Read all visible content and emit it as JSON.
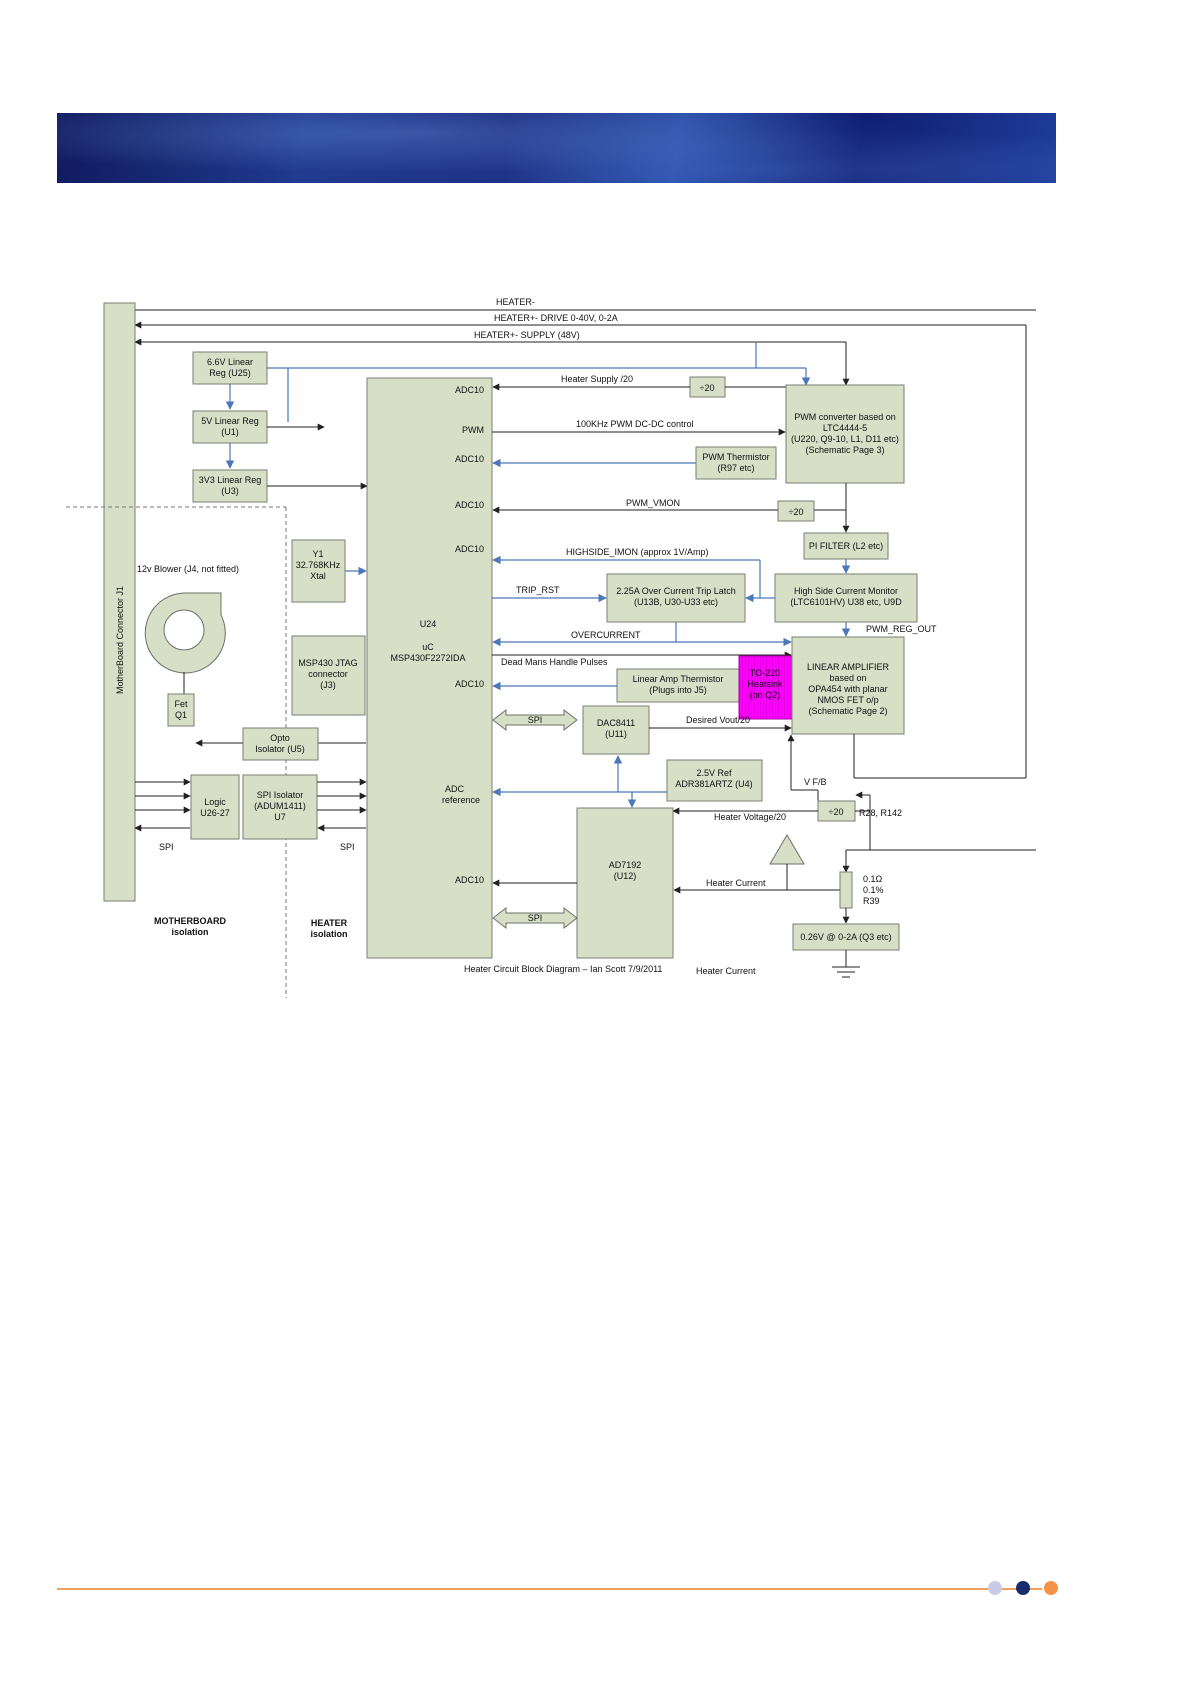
{
  "labels": {
    "heater_minus": "HEATER-",
    "heater_drive": "HEATER+- DRIVE 0-40V, 0-2A",
    "heater_supply": "HEATER+- SUPPLY (48V)",
    "reg_66_l1": "6.6V Linear",
    "reg_66_l2": "Reg (U25)",
    "reg_5_l1": "5V Linear Reg",
    "reg_5_l2": "(U1)",
    "reg_33_l1": "3V3 Linear Reg",
    "reg_33_l2": "(U3)",
    "motherboard_connector": "MotherBoard Connector J1",
    "blower": "12v Blower (J4, not fitted)",
    "xtal_l1": "Y1",
    "xtal_l2": "32.768KHz",
    "xtal_l3": "Xtal",
    "jtag_l1": "MSP430 JTAG",
    "jtag_l2": "connector",
    "jtag_l3": "(J3)",
    "fet_l1": "Fet",
    "fet_l2": "Q1",
    "opto_l1": "Opto",
    "opto_l2": "Isolator (U5)",
    "logic_l1": "Logic",
    "logic_l2": "U26-27",
    "spi_iso_l1": "SPI Isolator",
    "spi_iso_l2": "(ADUM1411)",
    "spi_iso_l3": "U7",
    "spi_left": "SPI",
    "spi_mid": "SPI",
    "motherboard_l1": "MOTHERBOARD",
    "motherboard_l2": "isolation",
    "heater_iso_l1": "HEATER",
    "heater_iso_l2": "isolation",
    "u24_l1": "U24",
    "u24_l2": "uC",
    "u24_l3": "MSP430F2272IDA",
    "adc10_1": "ADC10",
    "pwm_pin": "PWM",
    "adc10_2": "ADC10",
    "adc10_3": "ADC10",
    "adc10_4": "ADC10",
    "adc10_5": "ADC10",
    "adc_ref_l1": "ADC",
    "adc_ref_l2": "reference",
    "adc10_6": "ADC10",
    "heater_supply_20": "Heater Supply /20",
    "div20_1": "÷20",
    "pwm_ctrl": "100KHz PWM DC-DC control",
    "pwm_therm_l1": "PWM Thermistor",
    "pwm_therm_l2": "(R97 etc)",
    "pwm_conv_l1": "PWM converter based on",
    "pwm_conv_l2": "LTC4444-5",
    "pwm_conv_l3": "(U220, Q9-10, L1, D11 etc)",
    "pwm_conv_l4": "(Schematic Page 3)",
    "pwm_vmon": "PWM_VMON",
    "div20_2": "÷20",
    "pi_filter": "PI FILTER (L2 etc)",
    "highside_imon": "HIGHSIDE_IMON (approx 1V/Amp)",
    "trip_rst": "TRIP_RST",
    "trip_latch_l1": "2.25A Over Current Trip Latch",
    "trip_latch_l2": "(U13B, U30-U33 etc)",
    "hs_mon_l1": "High Side Current Monitor",
    "hs_mon_l2": "(LTC6101HV) U38 etc, U9D",
    "pwm_reg_out": "PWM_REG_OUT",
    "overcurrent": "OVERCURRENT",
    "dead_mans": "Dead Mans Handle Pulses",
    "lin_therm_l1": "Linear Amp Thermistor",
    "lin_therm_l2": "(Plugs into J5)",
    "heatsink_l1": "TO-220",
    "heatsink_l2": "Heatsink",
    "heatsink_l3": "(on Q2)",
    "lin_amp_l1": "LINEAR AMPLIFIER",
    "lin_amp_l2": "based on",
    "lin_amp_l3": "OPA454 with planar",
    "lin_amp_l4": "NMOS FET o/p",
    "lin_amp_l5": "(Schematic Page 2)",
    "spi_dac": "SPI",
    "dac_l1": "DAC8411",
    "dac_l2": "(U11)",
    "desired_vout": "Desired Vout/20",
    "ref_l1": "2.5V Ref",
    "ref_l2": "ADR381ARTZ (U4)",
    "vfb": "V F/B",
    "div20_3": "÷20",
    "r28": "R28, R142",
    "heater_voltage": "Heater Voltage/20",
    "adc7192_l1": "AD7192",
    "adc7192_l2": "(U12)",
    "heater_current_1": "Heater Current",
    "shunt_l1": "0.1Ω",
    "shunt_l2": "0.1%",
    "shunt_l3": "R39",
    "spi_adc": "SPI",
    "q3_l1": "0.26V @ 0-2A (Q3 etc)",
    "caption": "Heater Circuit Block Diagram – Ian Scott 7/9/2011",
    "heater_current_2": "Heater Current"
  },
  "colors": {
    "block_fill": "#d7dfc7",
    "heatsink": "#ff00ff",
    "signal_blue": "#4a78b8",
    "banner": "#1a2f86",
    "footer_line": "#f0a060"
  }
}
